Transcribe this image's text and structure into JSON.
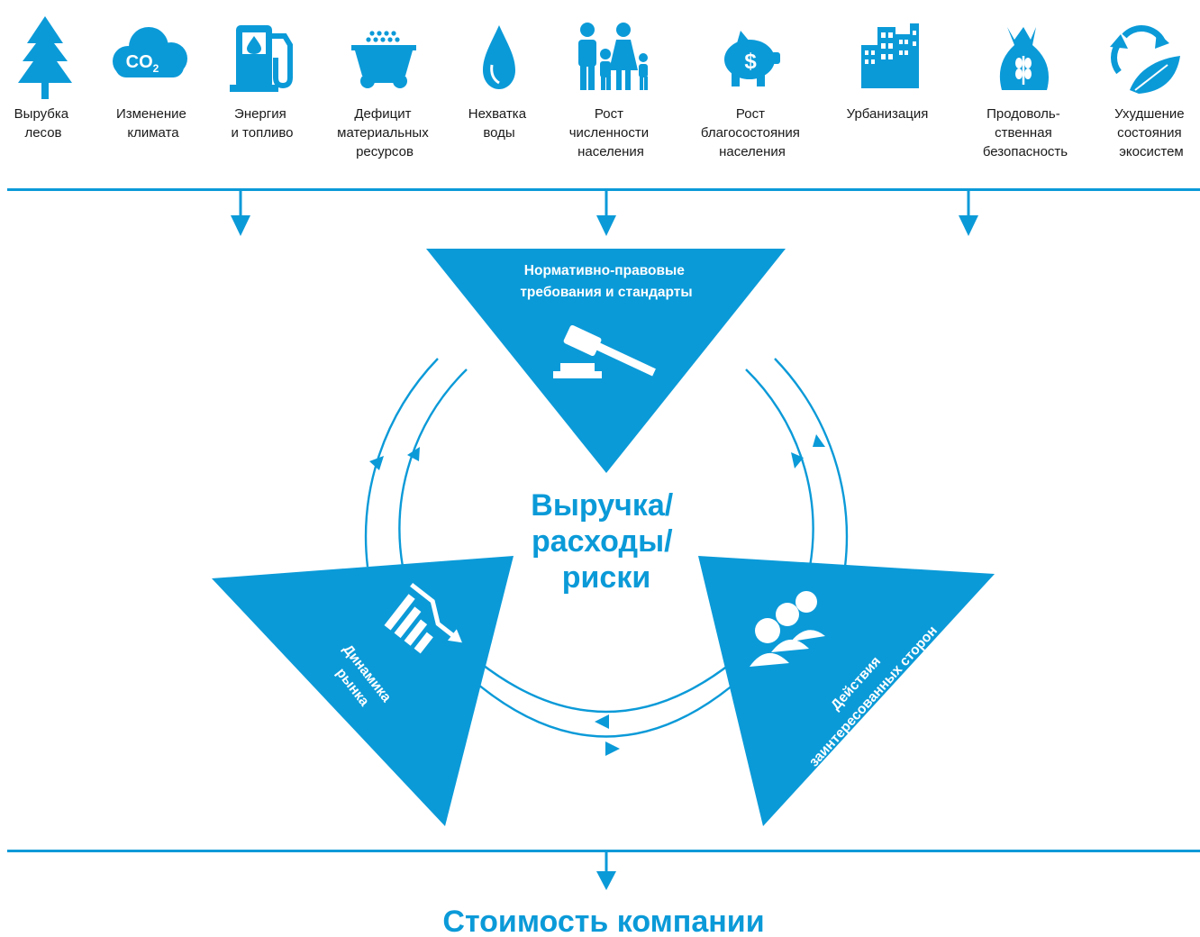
{
  "colors": {
    "accent": "#0b9ad8",
    "text": "#1a1a1a",
    "white": "#ffffff"
  },
  "drivers": [
    {
      "icon": "tree-icon",
      "lines": [
        "Вырубка",
        "лесов"
      ]
    },
    {
      "icon": "co2-cloud-icon",
      "lines": [
        "Изменение",
        "климата"
      ]
    },
    {
      "icon": "fuel-pump-icon",
      "lines": [
        "Энергия",
        "и топливо"
      ]
    },
    {
      "icon": "mine-cart-icon",
      "lines": [
        "Дефицит",
        "материальных",
        "ресурсов"
      ]
    },
    {
      "icon": "water-drop-icon",
      "lines": [
        "Нехватка",
        "воды"
      ]
    },
    {
      "icon": "family-icon",
      "lines": [
        "Рост",
        "численности",
        "населения"
      ]
    },
    {
      "icon": "piggy-bank-icon",
      "lines": [
        "Рост",
        "благосостояния",
        "населения"
      ]
    },
    {
      "icon": "city-buildings-icon",
      "lines": [
        "Урбанизация"
      ]
    },
    {
      "icon": "grain-sack-icon",
      "lines": [
        "Продоволь-",
        "ственная",
        "безопасность"
      ]
    },
    {
      "icon": "ecosystem-cycle-icon",
      "lines": [
        "Ухудшение",
        "состояния",
        "экосистем"
      ]
    }
  ],
  "co2_text": "CO",
  "co2_sub": "2",
  "pig_text": "$",
  "triangles": {
    "regulation": {
      "lines": [
        "Нормативно-правовые",
        "требования и стандарты"
      ],
      "icon": "gavel-icon"
    },
    "market": {
      "lines": [
        "Динамика",
        "рынка"
      ],
      "icon": "declining-chart-icon"
    },
    "stakeholders": {
      "lines": [
        "Действия",
        "заинтересованных сторон"
      ],
      "icon": "people-group-icon"
    }
  },
  "center": {
    "lines": [
      "Выручка/",
      "расходы/",
      "риски"
    ]
  },
  "bottom": {
    "title": "Стоимость компании"
  }
}
